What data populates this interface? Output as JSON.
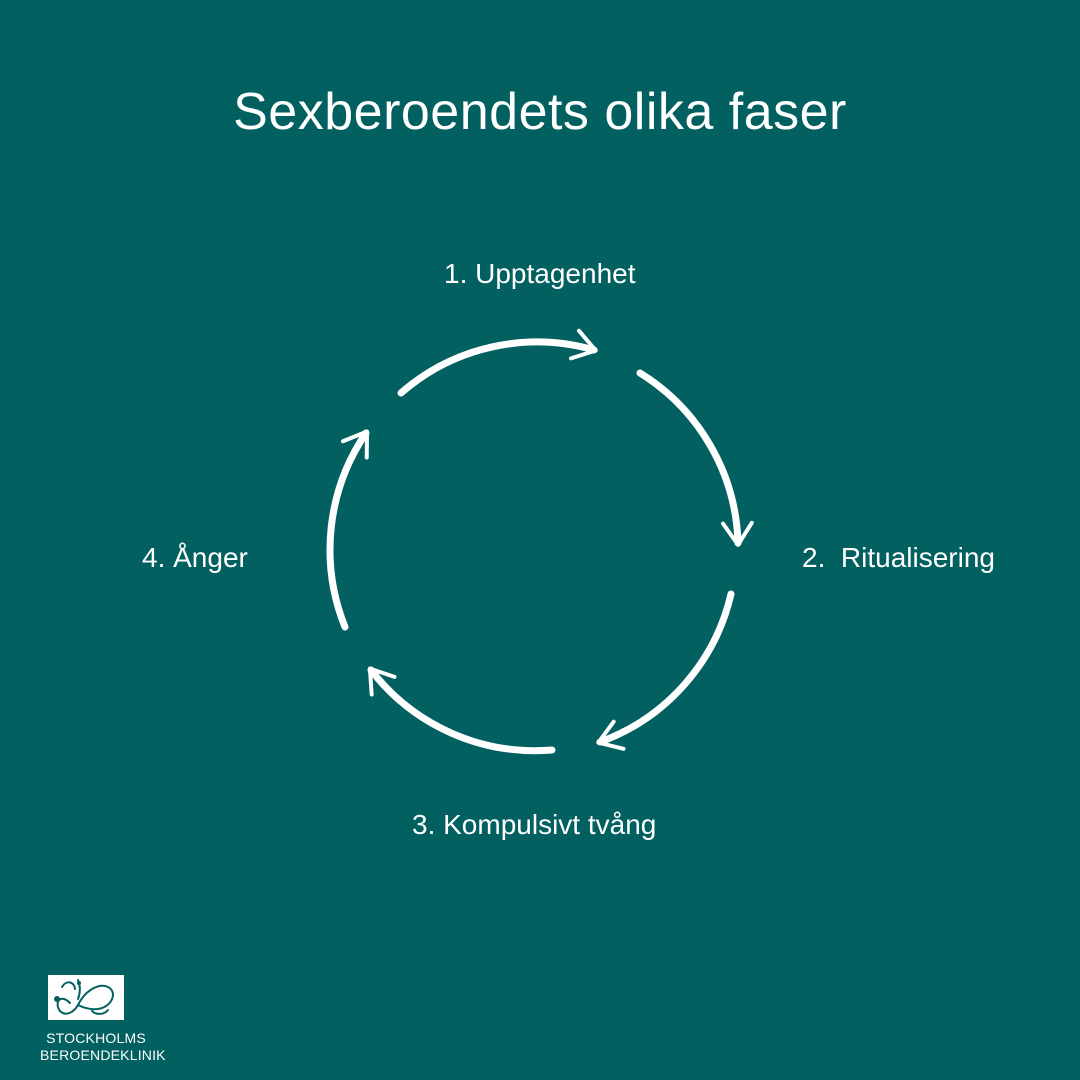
{
  "title": "Sexberoendets olika faser",
  "phases": [
    {
      "label": "1. Upptagenhet"
    },
    {
      "label": "2.  Ritualisering"
    },
    {
      "label": "3. Kompulsivt tvång"
    },
    {
      "label": "4. Ånger"
    }
  ],
  "logo": {
    "line1": "STOCKHOLMS",
    "line2": "BEROENDEKLINIK"
  },
  "colors": {
    "background": "#026060",
    "foreground": "#ffffff"
  },
  "icons": {
    "logo_mark": "butterfly-logo-icon",
    "cycle_arrows": "circular-arrow-icon"
  }
}
